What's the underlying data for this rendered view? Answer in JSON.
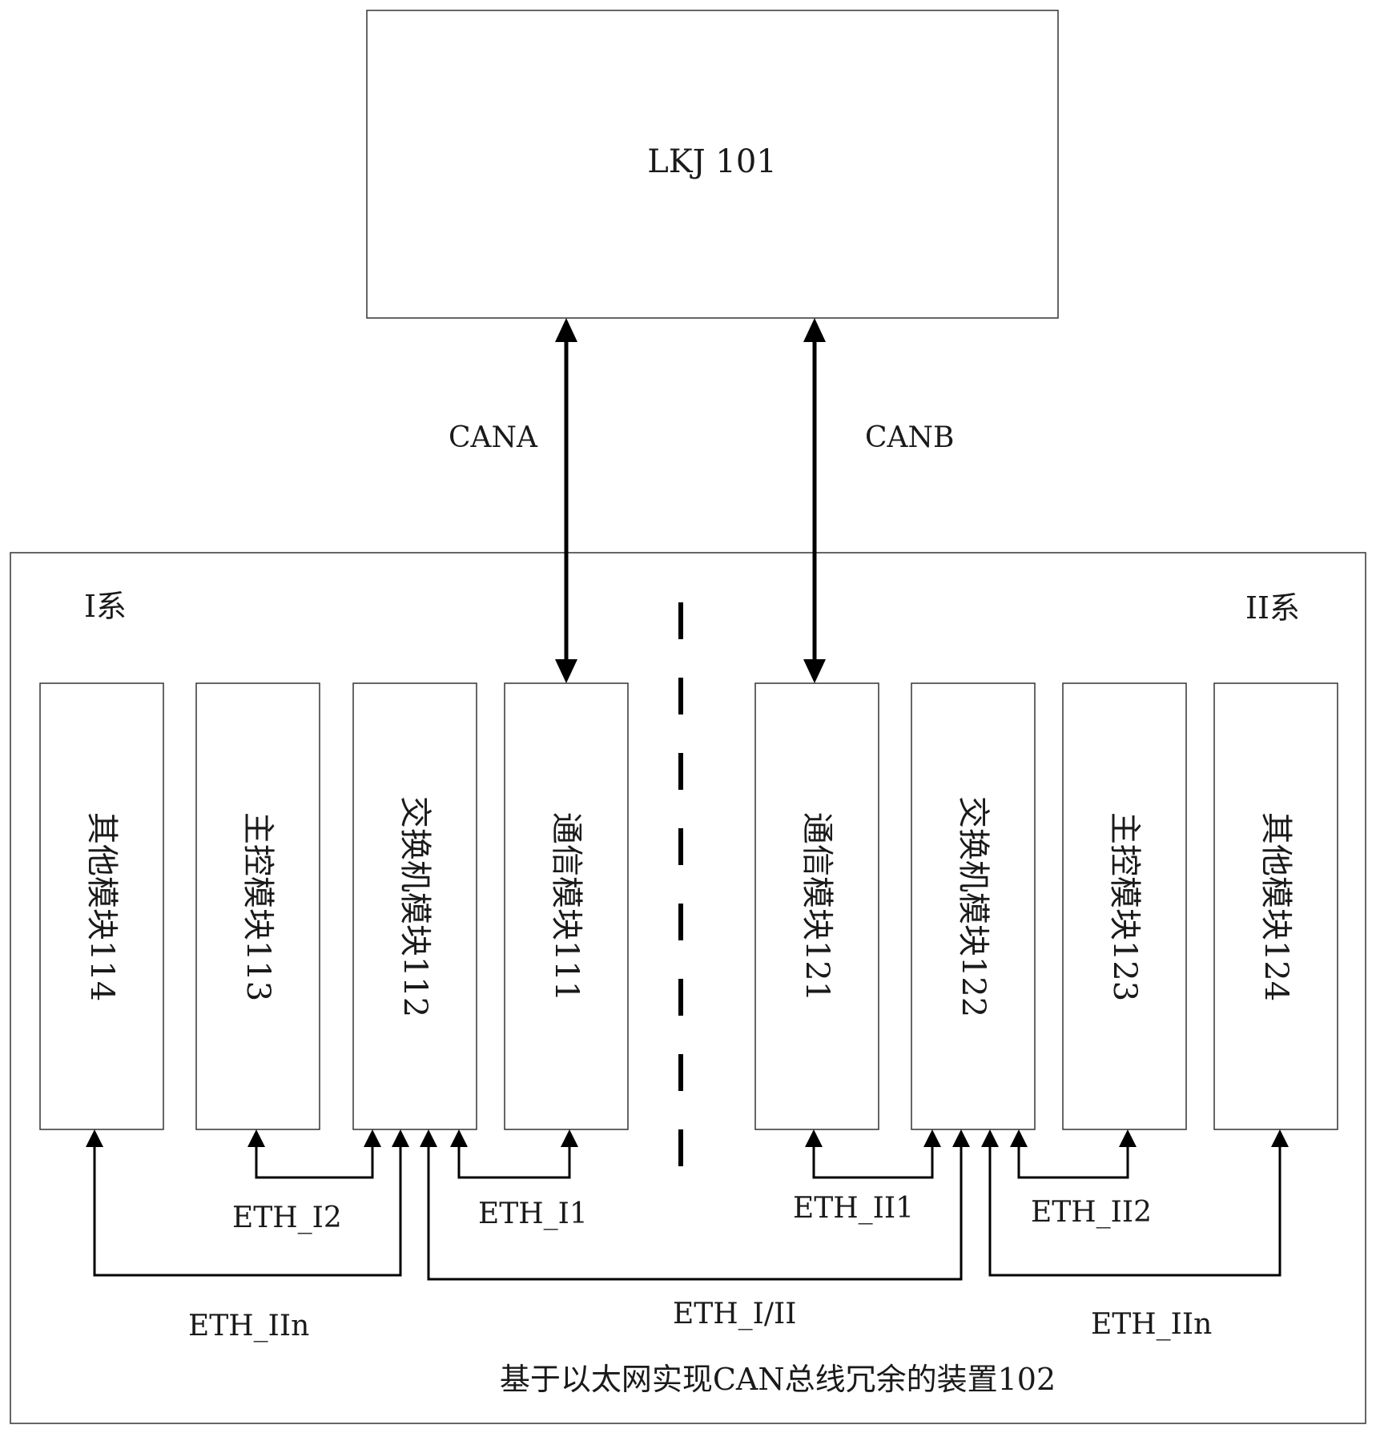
{
  "lkj": {
    "label": "LKJ 101"
  },
  "buses": {
    "cana": "CANA",
    "canb": "CANB"
  },
  "device": {
    "title": "基于以太网实现CAN总线冗余的装置102",
    "system_one": "I系",
    "system_two": "II系"
  },
  "modules": {
    "m114": "其他模块114",
    "m113": "主控模块113",
    "m112": "交换机模块112",
    "m111": "通信模块111",
    "m121": "通信模块121",
    "m122": "交换机模块122",
    "m123": "主控模块123",
    "m124": "其他模块124"
  },
  "links": {
    "eth_i2": "ETH_I2",
    "eth_i1": "ETH_I1",
    "eth_ii1": "ETH_II1",
    "eth_ii2": "ETH_II2",
    "eth_iin_left": "ETH_IIn",
    "eth_i_ii": "ETH_I/II",
    "eth_iin_right": "ETH_IIn"
  }
}
